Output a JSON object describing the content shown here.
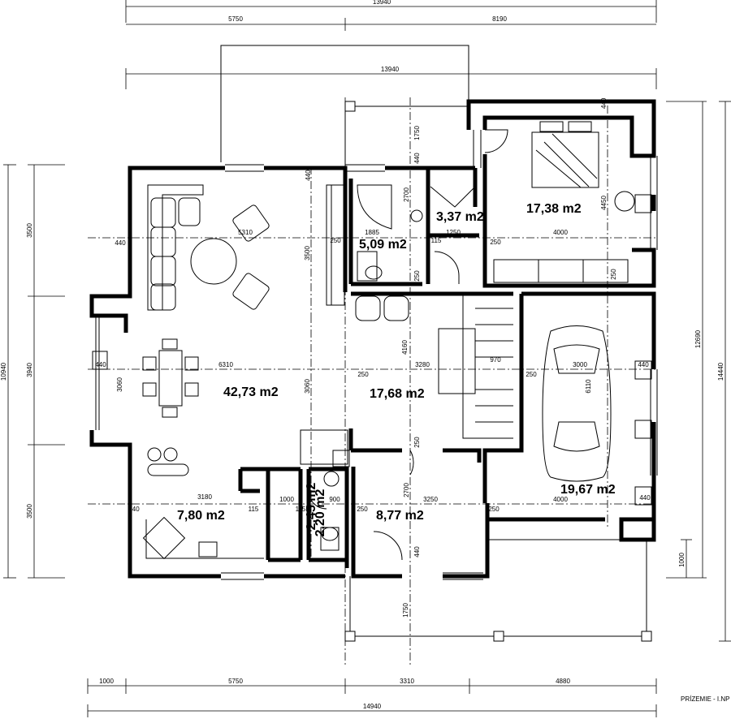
{
  "plan": {
    "title": "PRÍZEMIE - I.NP",
    "rooms": [
      {
        "id": "living",
        "area": "42,73 m2"
      },
      {
        "id": "hall",
        "area": "17,68 m2"
      },
      {
        "id": "bedroom",
        "area": "17,38 m2"
      },
      {
        "id": "garage",
        "area": "19,67 m2"
      },
      {
        "id": "bathroom",
        "area": "5,09 m2"
      },
      {
        "id": "wardrobe",
        "area": "3,37 m2"
      },
      {
        "id": "kitchen",
        "area": "7,80 m2"
      },
      {
        "id": "pantry",
        "area": "2,45 m2"
      },
      {
        "id": "wc",
        "area": "2,20 m2"
      },
      {
        "id": "entrance",
        "area": "8,77 m2"
      }
    ],
    "dims_top": {
      "overall_1": "13940",
      "left": "5750",
      "right": "8190",
      "overall_2": "13940"
    },
    "dims_bottom": {
      "d1": "1000",
      "d2": "5750",
      "d3": "3310",
      "d4": "4880",
      "overall": "14940"
    },
    "dims_left": {
      "v1": "3500",
      "v2": "3940",
      "v3": "3500",
      "overall": "10940"
    },
    "dims_right": {
      "overall_1": "12690",
      "overall_2": "14440",
      "terrace": "1000"
    },
    "dims_inner": {
      "top_wall": "440",
      "porch_upper": "1750",
      "porch_lower": "1750",
      "garage_wall_top": "440",
      "bedroom_depth": "4450",
      "bedroom_wall": "250",
      "living_width": "5310",
      "living_left_wall": "440",
      "living_depth": "3500",
      "living_inner_wall": "250",
      "bath_width": "1885",
      "wall_115a": "115",
      "ward_width": "1250",
      "bed_wall": "250",
      "bed_width": "4000",
      "bath_depth": "2700",
      "bath_wall_top": "440",
      "bath_wall_low": "250",
      "dining_width": "6310",
      "dining_left_wall": "440",
      "dining_depth": "3060",
      "living_depth_2": "3060",
      "hall_wall": "250",
      "hall_depth": "4160",
      "hall_width": "3280",
      "stair": "970",
      "garage_wall_left": "250",
      "garage_width": "3000",
      "garage_wall_right": "440",
      "car_len": "6110",
      "kitchen_wall_left": "440",
      "kitchen_width": "3180",
      "wall_115b": "115",
      "pantry_w": "1000",
      "wall_115c": "115",
      "wc_w": "900",
      "ent_wall": "250",
      "ent_width": "3250",
      "ent_depth": "2700",
      "ent_wall_top": "250",
      "garage_bottom": "4000",
      "garage_wall_b": "250",
      "garage_wall_b2": "440",
      "ent_wall_bottom": "440"
    }
  }
}
